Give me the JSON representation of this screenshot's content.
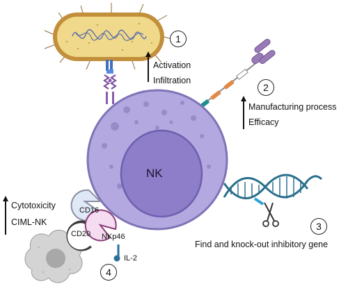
{
  "cell_label": "NK",
  "sections": [
    {
      "number": "1",
      "lines": [
        "Activation",
        "Infiltration"
      ]
    },
    {
      "number": "2",
      "lines": [
        "Manufacturing process",
        "Efficacy"
      ]
    },
    {
      "number": "3",
      "lines": [
        "Find and knock-out inhibitory gene"
      ]
    },
    {
      "number": "4",
      "lines": [
        "Cytotoxicity",
        "CIML-NK"
      ]
    }
  ],
  "receptors": {
    "cd16": "CD16",
    "cd20": "CD20",
    "nkp46": "NKp46",
    "il2": "IL-2"
  },
  "colors": {
    "nk_cell": "#b3a9e0",
    "nucleus": "#8e7dc8",
    "bacterium": "#f0d98a",
    "car": "#9a7bb8",
    "dna": "#2a6f8c",
    "tumor_cell": "#d4d4d4"
  }
}
